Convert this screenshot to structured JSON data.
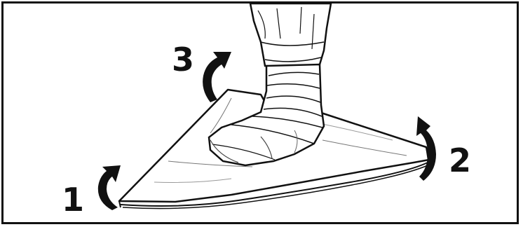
{
  "steps": [
    {
      "label": "1",
      "icon": "curved-arrow-up-icon"
    },
    {
      "label": "2",
      "icon": "curved-arrow-up-icon"
    },
    {
      "label": "3",
      "icon": "curved-arrow-up-icon"
    }
  ],
  "colors": {
    "ink": "#111111",
    "paper": "#ffffff",
    "shade": "#9a9a9a"
  }
}
